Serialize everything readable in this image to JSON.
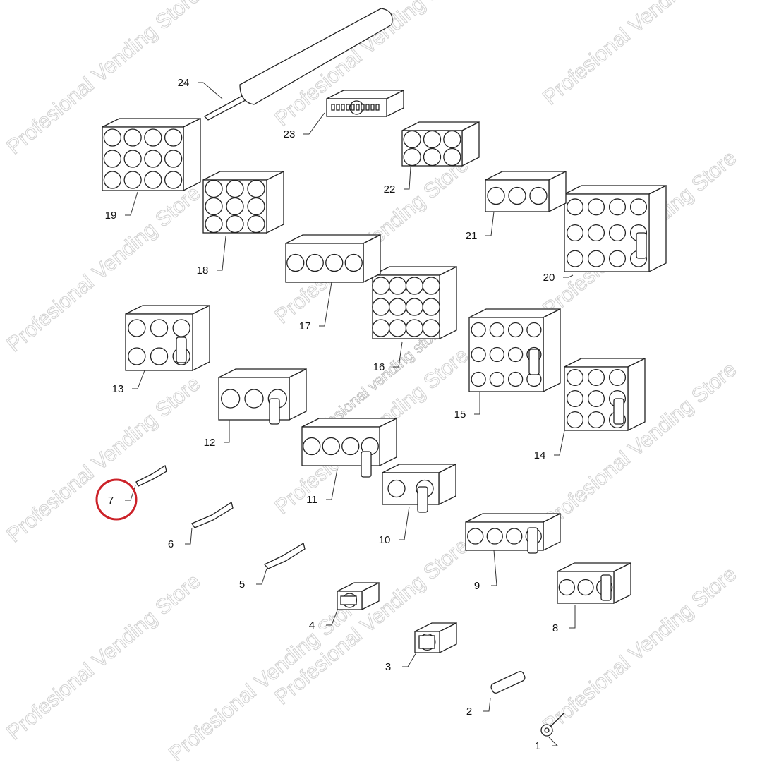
{
  "diagram": {
    "callouts": [
      "1",
      "2",
      "3",
      "4",
      "5",
      "6",
      "7",
      "8",
      "9",
      "10",
      "11",
      "12",
      "13",
      "14",
      "15",
      "16",
      "17",
      "18",
      "19",
      "20",
      "21",
      "22",
      "23",
      "24"
    ],
    "highlighted_callout": "7",
    "highlight_color": "#cc2229"
  },
  "watermark": {
    "text": "Profesional Vending Store",
    "text_alt": "Profesional vending store"
  }
}
